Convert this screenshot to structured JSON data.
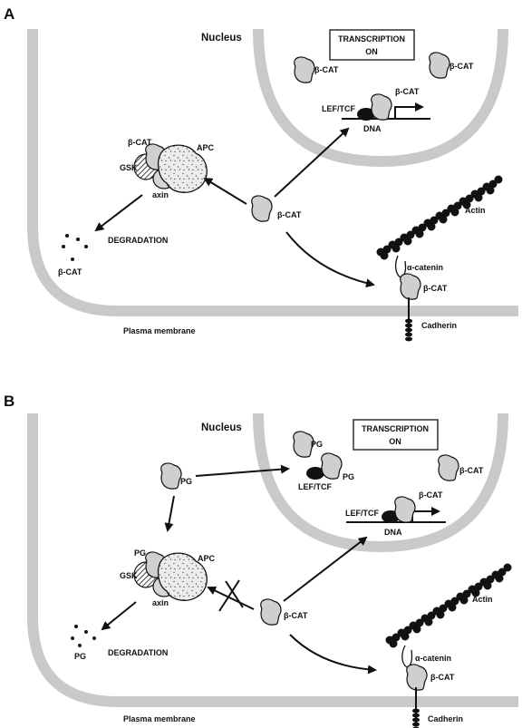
{
  "panels": [
    {
      "letter": "A",
      "nucleus": "Nucleus",
      "transcription_line1": "TRANSCRIPTION",
      "transcription_line2": "ON",
      "bcat": "β-CAT",
      "lef_tcf": "LEF/TCF",
      "dna": "DNA",
      "apc": "APC",
      "gsk": "GSK",
      "axin": "axin",
      "degradation": "DEGRADATION",
      "actin": "Actin",
      "alpha_catenin": "α-catenin",
      "cadherin": "Cadherin",
      "plasma_membrane": "Plasma membrane"
    },
    {
      "letter": "B",
      "nucleus": "Nucleus",
      "transcription_line1": "TRANSCRIPTION",
      "transcription_line2": "ON",
      "bcat": "β-CAT",
      "pg": "PG",
      "lef_tcf": "LEF/TCF",
      "dna": "DNA",
      "apc": "APC",
      "gsk": "GSK",
      "axin": "axin",
      "degradation": "DEGRADATION",
      "actin": "Actin",
      "alpha_catenin": "α-catenin",
      "cadherin": "Cadherin",
      "plasma_membrane": "Plasma membrane"
    }
  ],
  "colors": {
    "membrane": "#c9c9c9",
    "protein_fill": "#cfcfcf",
    "ink": "#111111",
    "background": "#ffffff"
  }
}
